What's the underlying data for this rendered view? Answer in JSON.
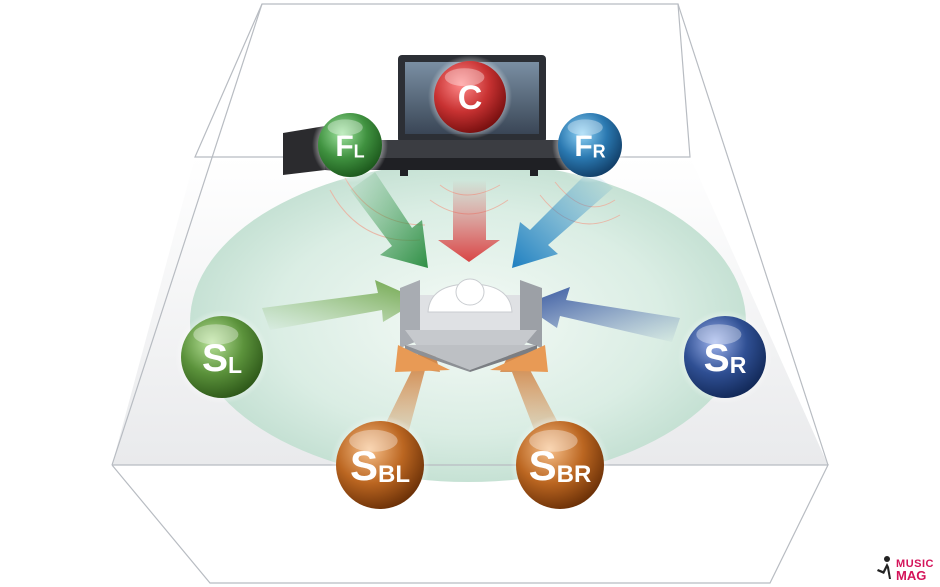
{
  "speakers": {
    "center": {
      "main": "C",
      "sub": "",
      "color": "#c03030"
    },
    "front_left": {
      "main": "F",
      "sub": "L",
      "color": "#3f8f3f"
    },
    "front_right": {
      "main": "F",
      "sub": "R",
      "color": "#2a6fa3"
    },
    "surround_left": {
      "main": "S",
      "sub": "L",
      "color": "#5a8f3a"
    },
    "surround_right": {
      "main": "S",
      "sub": "R",
      "color": "#2c4a8c"
    },
    "surround_back_left": {
      "main": "S",
      "sub": "BL",
      "color": "#b8651f"
    },
    "surround_back_right": {
      "main": "S",
      "sub": "BR",
      "color": "#b8651f"
    }
  },
  "watermark": {
    "line1": "MUSIC",
    "line2": "MAG"
  }
}
